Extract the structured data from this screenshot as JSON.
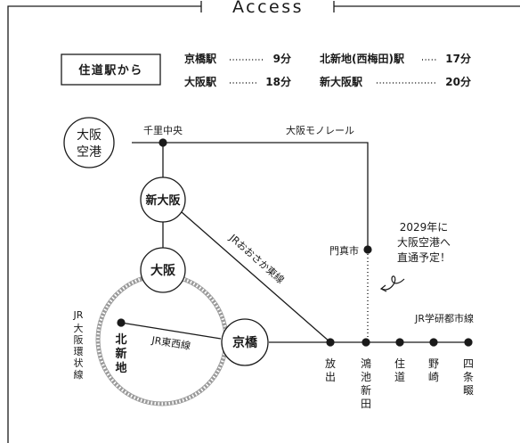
{
  "title": "Access",
  "nearest_label": "住道駅から",
  "travel_times": [
    {
      "station": "京橋駅",
      "time": "9分"
    },
    {
      "station": "北新地(西梅田)駅",
      "time": "17分"
    },
    {
      "station": "大阪駅",
      "time": "18分"
    },
    {
      "station": "新大阪駅",
      "time": "20分"
    }
  ],
  "circle_stations": {
    "osaka_airport": [
      "大阪",
      "空港"
    ],
    "shin_osaka": "新大阪",
    "osaka": "大阪",
    "kyobashi": "京橋",
    "kitashinchi": [
      "北",
      "新",
      "地"
    ]
  },
  "stations": {
    "senri_chuo": "千里中央",
    "kadoma_shi": "門真市"
  },
  "vertical_stations": [
    "放出",
    "鴻池新田",
    "住道",
    "野崎",
    "四条畷"
  ],
  "lines": {
    "monorail": "大阪モノレール",
    "osaka_higashi": "JRおおさか東線",
    "tozai": "JR東西線",
    "gakkentoshi": "JR学研都市線",
    "loop": [
      "JR",
      "大阪環状線"
    ]
  },
  "note": [
    "2029年に",
    "大阪空港へ",
    "直通予定！"
  ]
}
